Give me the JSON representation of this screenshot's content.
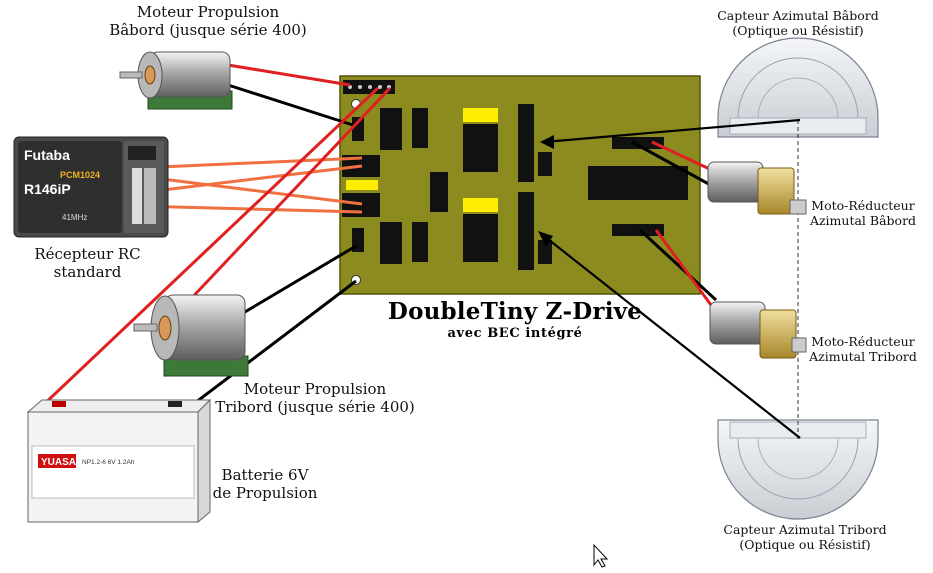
{
  "title": "DoubleTiny Z-Drive",
  "subtitle": "avec BEC intégré",
  "labels": {
    "motor_port": [
      "Moteur Propulsion",
      "Bâbord (jusque série 400)"
    ],
    "motor_starboard": [
      "Moteur Propulsion",
      "Tribord (jusque série 400)"
    ],
    "receiver": [
      "Récepteur RC",
      "standard"
    ],
    "battery": [
      "Batterie 6V",
      "de Propulsion"
    ],
    "sensor_port": [
      "Capteur Azimutal Bâbord",
      "(Optique ou Résistif)"
    ],
    "sensor_starboard": [
      "Capteur Azimutal Tribord",
      "(Optique ou Résistif)"
    ],
    "gearmotor_port": [
      "Moto-Réducteur",
      "Azimutal Bâbord"
    ],
    "gearmotor_starboard": [
      "Moto-Réducteur",
      "Azimutal Tribord"
    ]
  },
  "receiver_device": {
    "brand": "Futaba",
    "model_code": "PCM1024",
    "model": "R146iP",
    "frequency": "41MHz"
  },
  "battery_device": {
    "brand": "YUASA",
    "model": "NP1.2-6  6V 1.2Ah"
  },
  "colors": {
    "board": "#8b8b1f",
    "wire_power": "#e02020",
    "wire_ground": "#000000",
    "wire_signal": "#f07040",
    "chip": "#111111",
    "jumper": "#ffee00"
  }
}
